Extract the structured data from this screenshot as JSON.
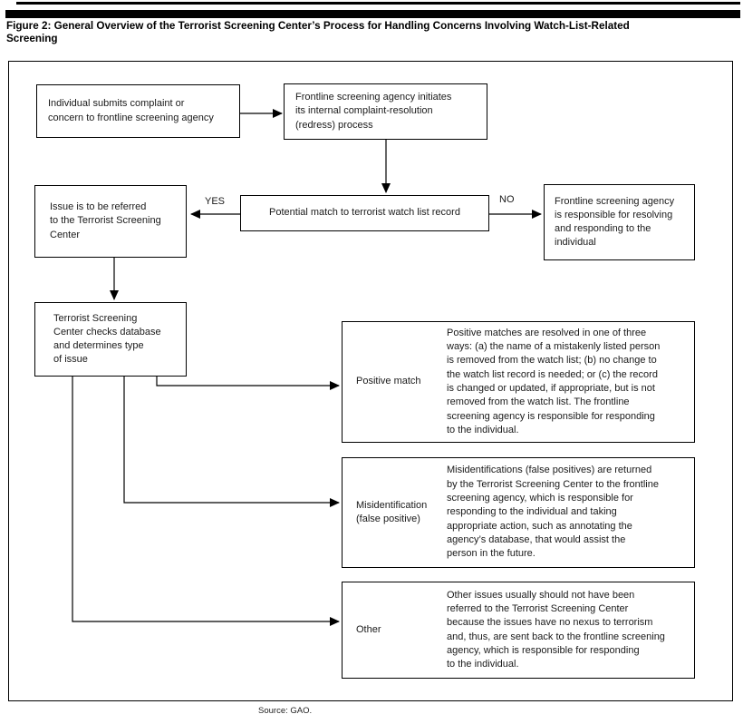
{
  "title": "Figure 2: General Overview of the Terrorist Screening Center’s Process for Handling Concerns Involving Watch-List-Related\nScreening",
  "flowchart": {
    "nodes": {
      "submit": "Individual submits complaint or\nconcern to frontline screening agency",
      "initiate": "Frontline screening agency initiates\nits internal complaint-resolution\n(redress) process",
      "decision": "Potential match to terrorist watch list record",
      "referred": "Issue is to be referred\nto the Terrorist Screening\nCenter",
      "frontline_resolves": "Frontline screening agency\nis responsible for resolving\nand responding to the\nindividual",
      "tsc_checks": "Terrorist Screening\nCenter checks database\nand determines type\nof issue"
    },
    "branch_labels": {
      "yes": "YES",
      "no": "NO"
    },
    "outcomes": [
      {
        "label": "Positive match",
        "description": "Positive matches are resolved in one of three\nways: (a) the name of a mistakenly listed person\nis removed from the watch list; (b) no change to\nthe watch list record is needed; or (c) the record\nis changed or updated, if appropriate, but is not\nremoved from the watch list. The frontline\nscreening agency is responsible for responding\nto the individual."
      },
      {
        "label": "Misidentification\n(false positive)",
        "description": "Misidentifications (false positives) are returned\nby the Terrorist Screening Center to the frontline\nscreening agency, which is responsible for\nresponding to the individual and taking\nappropriate action, such as annotating the\nagency’s database, that would assist the\nperson in the future."
      },
      {
        "label": "Other",
        "description": "Other issues usually should not have been\nreferred to the Terrorist Screening Center\nbecause the issues have no nexus to terrorism\nand, thus, are sent back to the frontline screening\nagency, which is responsible for responding\nto the individual."
      }
    ]
  },
  "source": "Source: GAO."
}
